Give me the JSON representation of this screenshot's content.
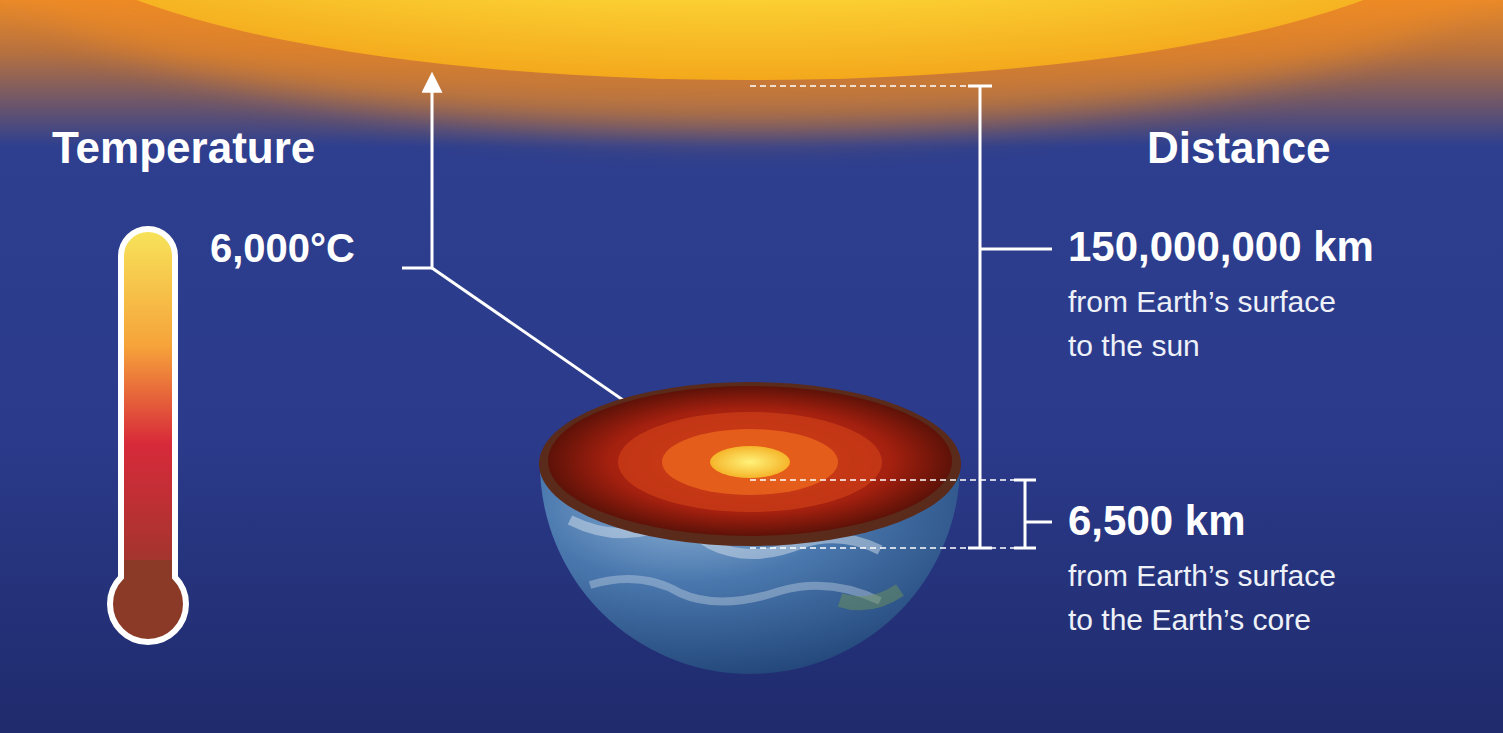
{
  "diagram": {
    "labels": [
      "Temperature",
      "Distance",
      "6,000°C",
      "150,000,000 km",
      "from Earth’s surface to the sun",
      "6,500 km",
      "from Earth’s surface to the Earth’s core"
    ]
  }
}
